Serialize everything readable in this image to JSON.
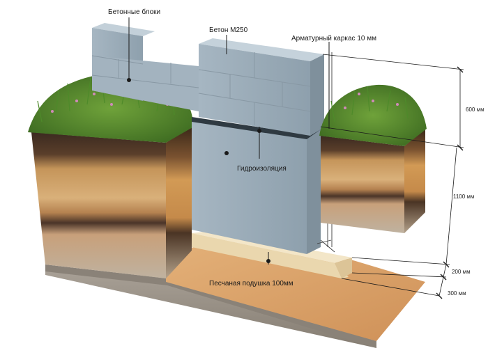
{
  "labels": {
    "concrete_blocks": "Бетонные блоки",
    "concrete_grade": "Бетон М250",
    "rebar_cage": "Арматурный каркас 10 мм",
    "waterproofing": "Гидроизоляция",
    "sand_cushion": "Песчаная подушка 100мм"
  },
  "dimensions": {
    "d600": "600 мм",
    "d1100": "1100 мм",
    "d200": "200 мм",
    "d300": "300 мм"
  },
  "colors": {
    "concrete": "#9aabb7",
    "block": "#a5b6c3",
    "grass": "#5a8a2e",
    "sand": "#d9a46a",
    "soil_dark": "#3e2a1e",
    "soil_clay": "#c89a5a"
  }
}
